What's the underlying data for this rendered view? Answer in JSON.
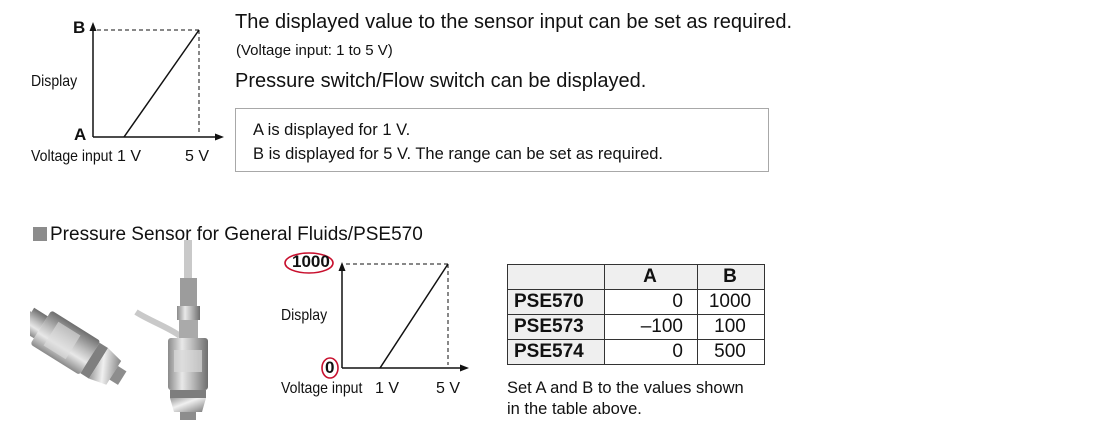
{
  "top_graph": {
    "y_label": "Display",
    "x_label": "Voltage input",
    "top_letter": "B",
    "bottom_letter": "A",
    "tick_1": "1 V",
    "tick_5": "5 V"
  },
  "intro": {
    "line1": "The displayed value to the sensor input can be set as required.",
    "line2": "(Voltage input: 1 to 5 V)",
    "line3": "Pressure switch/Flow switch can be displayed."
  },
  "note": {
    "line1": "A is displayed for 1 V.",
    "line2": "B is displayed for 5 V. The range can be set as required."
  },
  "section": {
    "title": "Pressure Sensor for General Fluids/PSE570"
  },
  "bottom_graph": {
    "y_label": "Display",
    "x_label": "Voltage input",
    "top_value": "1000",
    "bottom_value": "0",
    "tick_1": "1 V",
    "tick_5": "5 V"
  },
  "table": {
    "header_a": "A",
    "header_b": "B",
    "rows": [
      {
        "model": "PSE570",
        "a": "0",
        "b": "1000"
      },
      {
        "model": "PSE573",
        "a": "–100",
        "b": "100"
      },
      {
        "model": "PSE574",
        "a": "0",
        "b": "500"
      }
    ]
  },
  "caption": {
    "line1": "Set A and B to the values shown",
    "line2": "in the table above."
  },
  "colors": {
    "accent_red": "#c8102e",
    "section_square": "#8c8c8c",
    "table_header_bg": "#efefef"
  }
}
